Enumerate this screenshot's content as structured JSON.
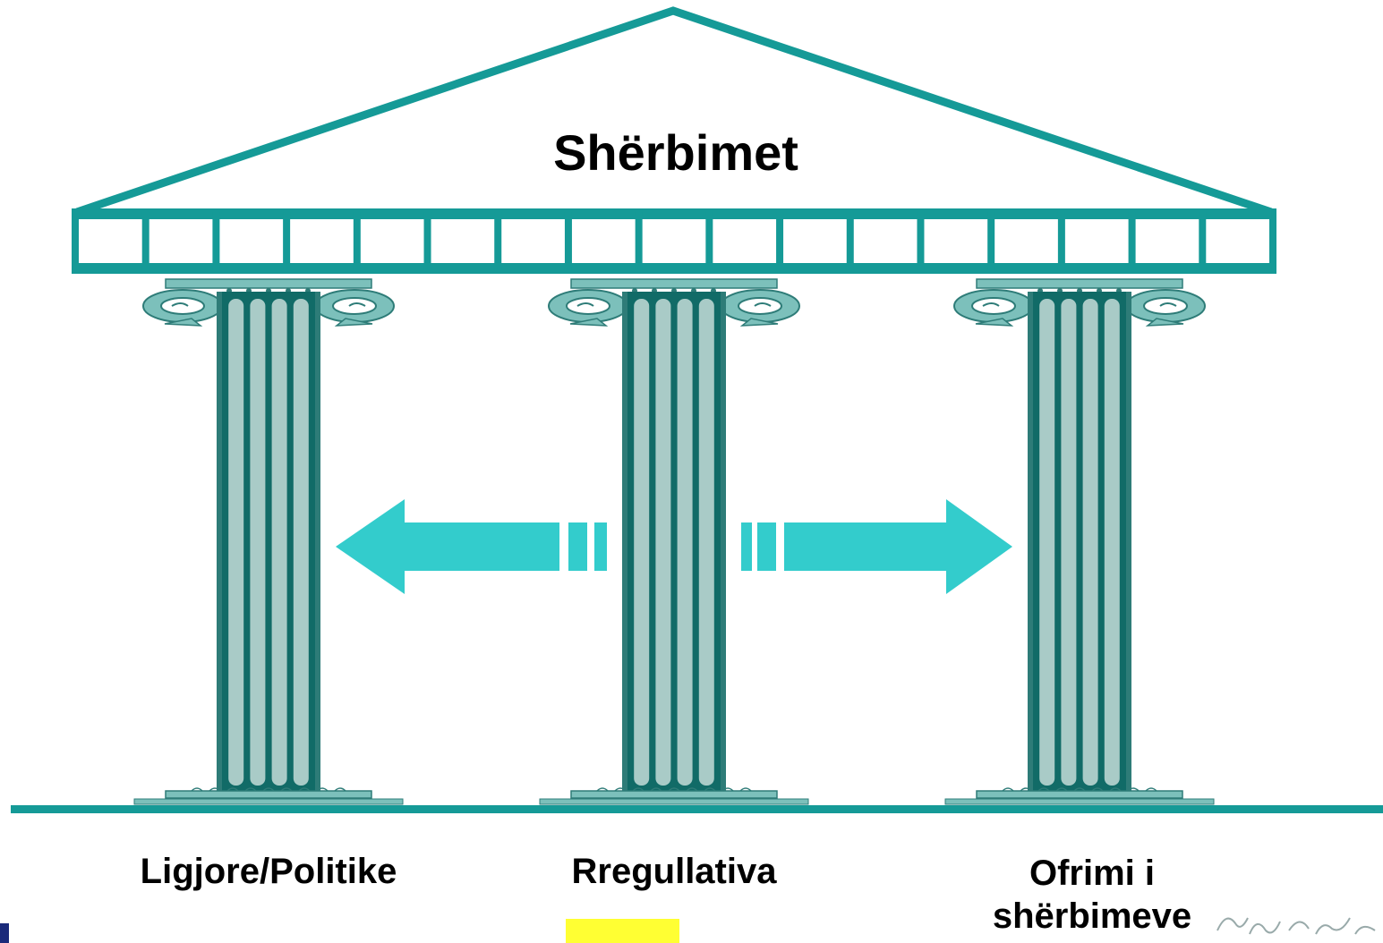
{
  "roof": {
    "title": "Shërbimet"
  },
  "pillars": [
    {
      "label": "Ligjore/Politike"
    },
    {
      "label": "Rregullativa"
    },
    {
      "label": "Ofrimi i shërbimeve",
      "label_line1": "Ofrimi i",
      "label_line2": "shërbimeve"
    }
  ],
  "arrows": [
    {
      "direction": "left",
      "icon": "arrow-left-icon"
    },
    {
      "direction": "right",
      "icon": "arrow-right-icon"
    }
  ],
  "colors": {
    "outline": "#159a97",
    "column_dark": "#2e7c78",
    "column_mid": "#116b67",
    "column_light": "#a9cbc7",
    "capital": "#7cc0bb",
    "arrow": "#33cccc",
    "highlight": "#ffff33",
    "logo": "#1a2a7a"
  }
}
